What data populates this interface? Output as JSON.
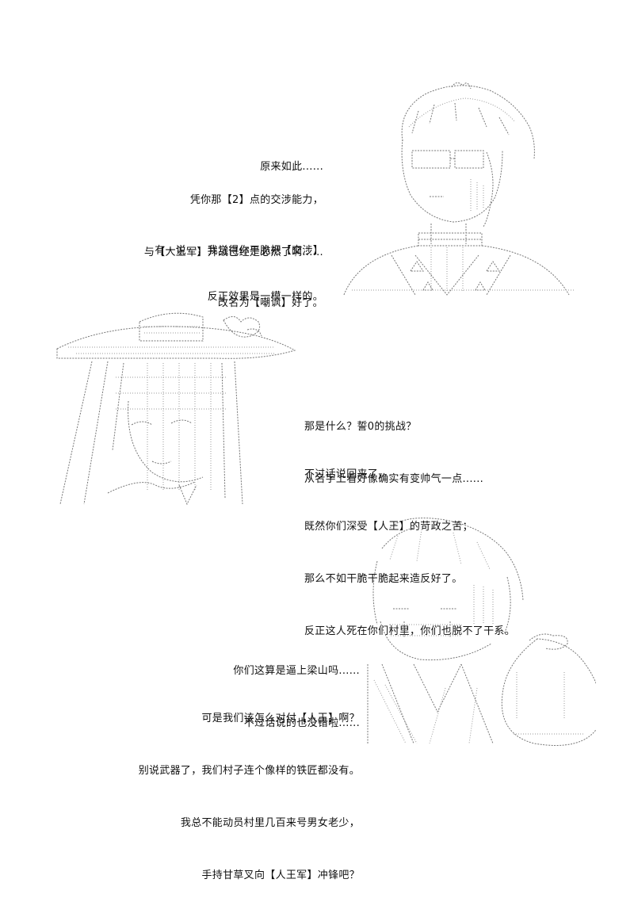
{
  "dialogue": {
    "block1": [
      "原来如此......"
    ],
    "block2": [
      "凭你那【2】点的交涉能力，",
      "与【人王军】开战已经是必然了啊......"
    ],
    "block3": [
      "有一说一，我觉得你干脆把【交涉】",
      "改名为【嘲讽】好了。"
    ],
    "block4": [
      "反正效果是一模一样的。"
    ],
    "block5": [
      "那是什么？誓0的挑战？",
      "从名字上看好像确实有变帅气一点......"
    ],
    "block6": [
      "不过话说回来了，",
      "既然你们深受【人王】的苛政之苦；",
      "那么不如干脆干脆起来造反好了。",
      "反正这人死在你们村里，你们也脱不了干系。"
    ],
    "block7": [
      "你们这算是逼上梁山吗......",
      "不过话说的也没错啦......"
    ],
    "block8": [
      "可是我们该怎么对付【人王】啊？",
      "别说武器了，我们村子连个像样的铁匠都没有。",
      "我总不能动员村里几百来号男女老少，",
      "手持甘草叉向【人王军】冲锋吧？"
    ]
  }
}
